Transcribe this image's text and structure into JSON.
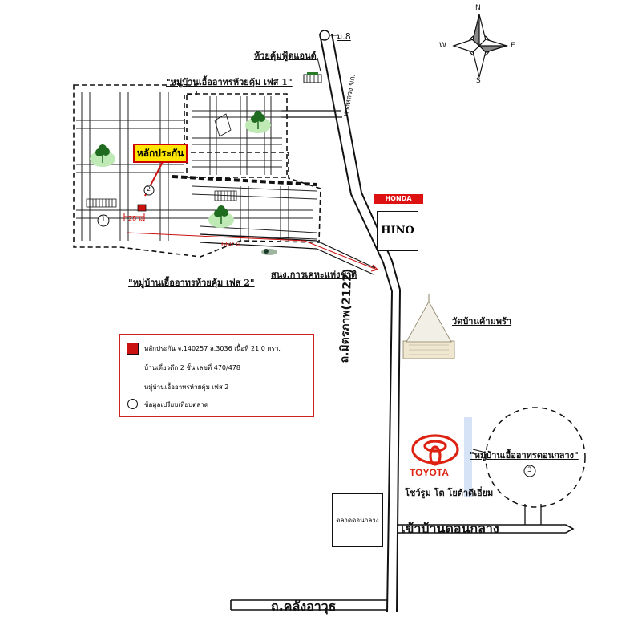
{
  "compass": {
    "n": "N",
    "s": "S",
    "e": "E",
    "w": "W"
  },
  "labels": {
    "moo8": "ม.8",
    "huaykum_food": "ห้วยคุ้มฟู้ดแอนด์",
    "phase1": "\"หมู่บ้านเอื้ออาทรห้วยคุ้ม เฟส 1\"",
    "phase2": "\"หมู่บ้านเอื้ออาทรห้วยคุ้ม เฟส 2\"",
    "subject": "หลักประกัน",
    "housing_authority": "สนง.การเคหะแห่งชาติ",
    "temple": "วัดบ้านค้ามพร้า",
    "donklang_village": "\"หมู่บ้านเอื้ออาทรดอนกลาง\"",
    "toyota_showroom": "โชว์รูม โต โยต้าดีเอี่ยม",
    "donklang_entrance": "เข้าบ้านดอนกลาง",
    "market": "ตลาดดอนกลาง",
    "khlangawut_road": "ถ.คลังอาวุธ",
    "main_road": "ถ.มิตรภาพ(2122)",
    "north_road": "ทางหลวง ขก.",
    "distance_28": "28 ม.",
    "distance_660": "660 ม.",
    "marker_1": "1",
    "marker_2": "2",
    "marker_3": "3"
  },
  "brands": {
    "honda": "HONDA",
    "hino": "HINO",
    "toyota": "TOYOTA"
  },
  "legend": {
    "line1": "หลักประกัน  จ.140257  ล.3036  เนื้อที่  21.0  ตรว.",
    "line2": "บ้านเดี่ยวตึก  2  ชั้น  เลขที่  470/478",
    "line3": "หมู่บ้านเอื้ออาทรห้วยคุ้ม  เฟส  2",
    "line4": "ข้อมูลเปรียบเทียบตลาด"
  },
  "colors": {
    "subject_tag_bg": "#ffe600",
    "accent_red": "#cc1111",
    "road": "#111111",
    "tree": "#1f6b1f",
    "tree_shadow": "#bfe9b5",
    "showroom_bar": "#d6e3f7"
  }
}
